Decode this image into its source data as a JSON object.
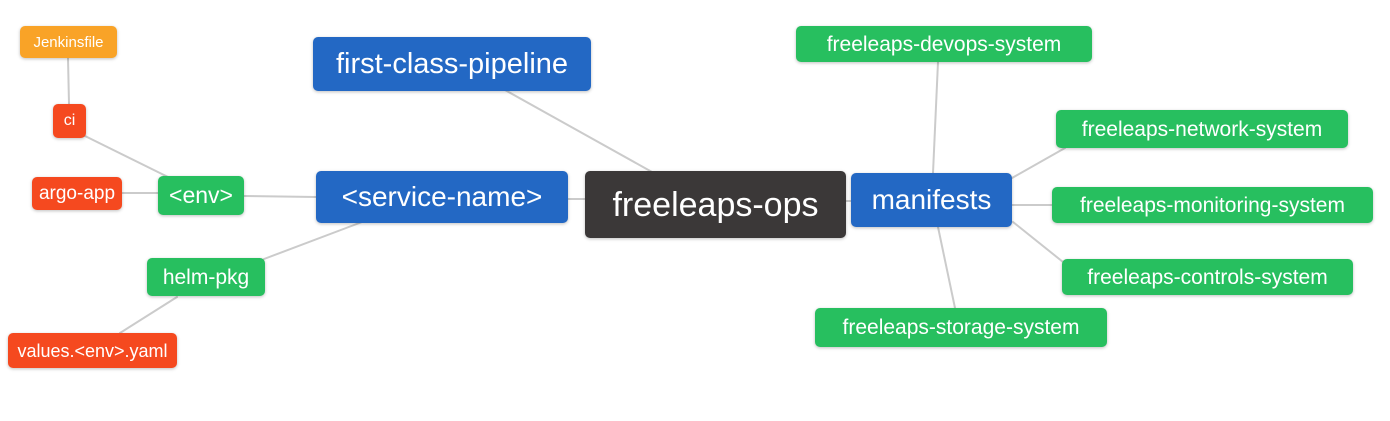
{
  "diagram": {
    "type": "mindmap",
    "root_id": "freeleaps-ops",
    "palette": {
      "blue": "#2368C4",
      "green": "#27BF5F",
      "orange": "#F9A327",
      "red": "#F5491F",
      "dark": "#3B3838",
      "edge": "#CBCBCB",
      "node_text": "#FFFFFF",
      "background": "#FFFFFF"
    },
    "nodes": [
      {
        "id": "jenkinsfile",
        "label": "Jenkinsfile",
        "color": "orange"
      },
      {
        "id": "ci",
        "label": "ci",
        "color": "red"
      },
      {
        "id": "argo-app",
        "label": "argo-app",
        "color": "red"
      },
      {
        "id": "env",
        "label": "<env>",
        "color": "green"
      },
      {
        "id": "helm-pkg",
        "label": "helm-pkg",
        "color": "green"
      },
      {
        "id": "values-env-yaml",
        "label": "values.<env>.yaml",
        "color": "red"
      },
      {
        "id": "first-class-pipeline",
        "label": "first-class-pipeline",
        "color": "blue"
      },
      {
        "id": "service-name",
        "label": "<service-name>",
        "color": "blue"
      },
      {
        "id": "freeleaps-ops",
        "label": "freeleaps-ops",
        "color": "dark"
      },
      {
        "id": "manifests",
        "label": "manifests",
        "color": "blue"
      },
      {
        "id": "freeleaps-devops-system",
        "label": "freeleaps-devops-system",
        "color": "green"
      },
      {
        "id": "freeleaps-network-system",
        "label": "freeleaps-network-system",
        "color": "green"
      },
      {
        "id": "freeleaps-monitoring-system",
        "label": "freeleaps-monitoring-system",
        "color": "green"
      },
      {
        "id": "freeleaps-controls-system",
        "label": "freeleaps-controls-system",
        "color": "green"
      },
      {
        "id": "freeleaps-storage-system",
        "label": "freeleaps-storage-system",
        "color": "green"
      }
    ],
    "edges": [
      {
        "from": "jenkinsfile",
        "to": "ci"
      },
      {
        "from": "ci",
        "to": "env"
      },
      {
        "from": "argo-app",
        "to": "env"
      },
      {
        "from": "env",
        "to": "service-name"
      },
      {
        "from": "helm-pkg",
        "to": "service-name"
      },
      {
        "from": "values-env-yaml",
        "to": "helm-pkg"
      },
      {
        "from": "first-class-pipeline",
        "to": "freeleaps-ops"
      },
      {
        "from": "service-name",
        "to": "freeleaps-ops"
      },
      {
        "from": "freeleaps-ops",
        "to": "manifests"
      },
      {
        "from": "manifests",
        "to": "freeleaps-devops-system"
      },
      {
        "from": "manifests",
        "to": "freeleaps-network-system"
      },
      {
        "from": "manifests",
        "to": "freeleaps-monitoring-system"
      },
      {
        "from": "manifests",
        "to": "freeleaps-controls-system"
      },
      {
        "from": "manifests",
        "to": "freeleaps-storage-system"
      }
    ]
  }
}
